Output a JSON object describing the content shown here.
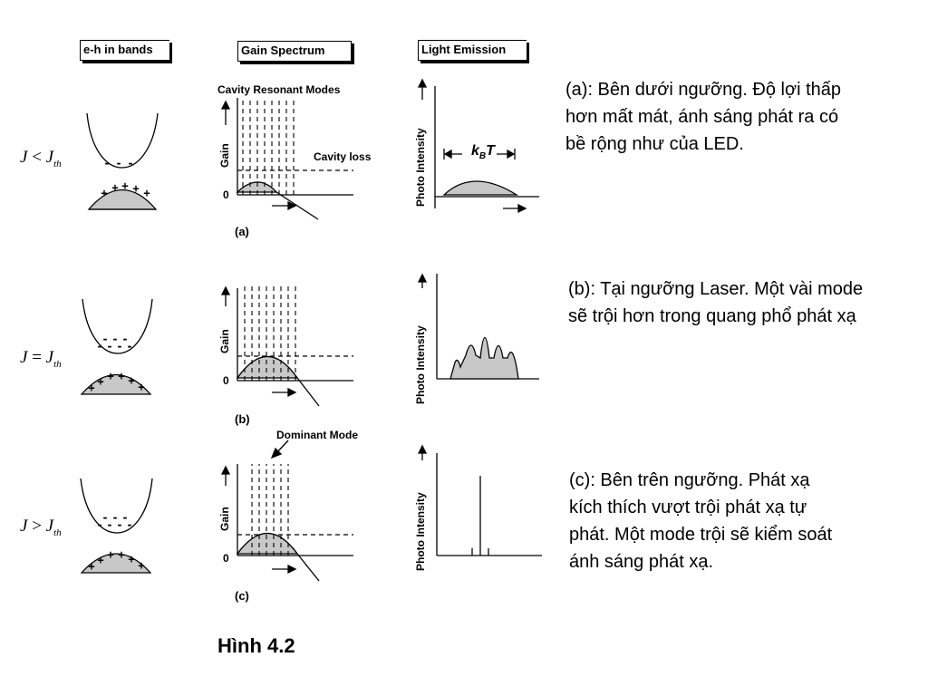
{
  "headers": {
    "eh_bands": "e-h in bands",
    "gain_spectrum": "Gain Spectrum",
    "light_emission": "Light Emission"
  },
  "rows": [
    {
      "condition": {
        "lhs": "J",
        "op": "<",
        "rhs": "J",
        "sub": "th"
      },
      "panel_label": "(a)",
      "description": [
        "(a): Bên dưới ngưỡng. Độ lợi thấp",
        "hơn mất mát, ánh sáng phát ra có",
        "bề rộng như của LED."
      ]
    },
    {
      "condition": {
        "lhs": "J",
        "op": "=",
        "rhs": "J",
        "sub": "th"
      },
      "panel_label": "(b)",
      "description": [
        "(b): Tại ngưỡng Laser. Một vài mode",
        "sẽ trội hơn trong quang phổ phát xạ"
      ]
    },
    {
      "condition": {
        "lhs": "J",
        "op": ">",
        "rhs": "J",
        "sub": "th"
      },
      "panel_label": "(c)",
      "description": [
        "(c): Bên trên ngưỡng. Phát xạ",
        "kích thích vượt trội phát xạ tự",
        "phát. Một mode trội sẽ kiểm soát",
        "ánh sáng phát xạ."
      ]
    }
  ],
  "annotations": {
    "cavity_resonant_modes": "Cavity Resonant Modes",
    "cavity_loss": "Cavity loss",
    "dominant_mode": "Dominant Mode",
    "gain_axis": "Gain",
    "zero": "0",
    "photo_intensity": "Photo Intensity",
    "kbt_k": "k",
    "kbt_sub": "B",
    "kbt_T": "T"
  },
  "figure_caption": "Hình 4.2",
  "colors": {
    "fill_gray": "#c8c8c8",
    "line": "#000000"
  }
}
